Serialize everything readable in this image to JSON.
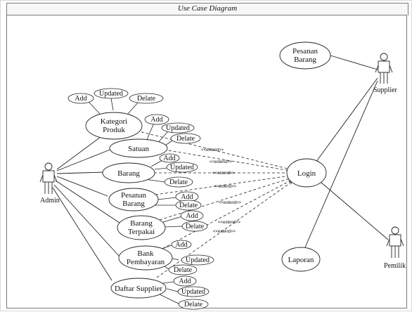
{
  "title": "Use Case Diagram",
  "actors": {
    "admin": "Admin",
    "supplier": "Supplier",
    "pemilik": "Pemilik"
  },
  "use_cases": {
    "kategori_produk": [
      "Kategori",
      "Produk"
    ],
    "satuan": "Satuan",
    "barang": "Barang",
    "pesanan_barang_admin": [
      "Pesanan",
      "Barang"
    ],
    "barang_terpakai": [
      "Barang",
      "Terpakai"
    ],
    "bank_pembayaran": [
      "Bank",
      "Pembayaran"
    ],
    "daftar_supplier": "Daftar Supplier",
    "login": "Login",
    "pesanan_barang_supplier": [
      "Pesanan",
      "Barang"
    ],
    "laporan": "Laporan"
  },
  "sub_cases": {
    "add": "Add",
    "updated": "Updated",
    "delate": "Delate"
  },
  "extend_label": "<<extend>>"
}
